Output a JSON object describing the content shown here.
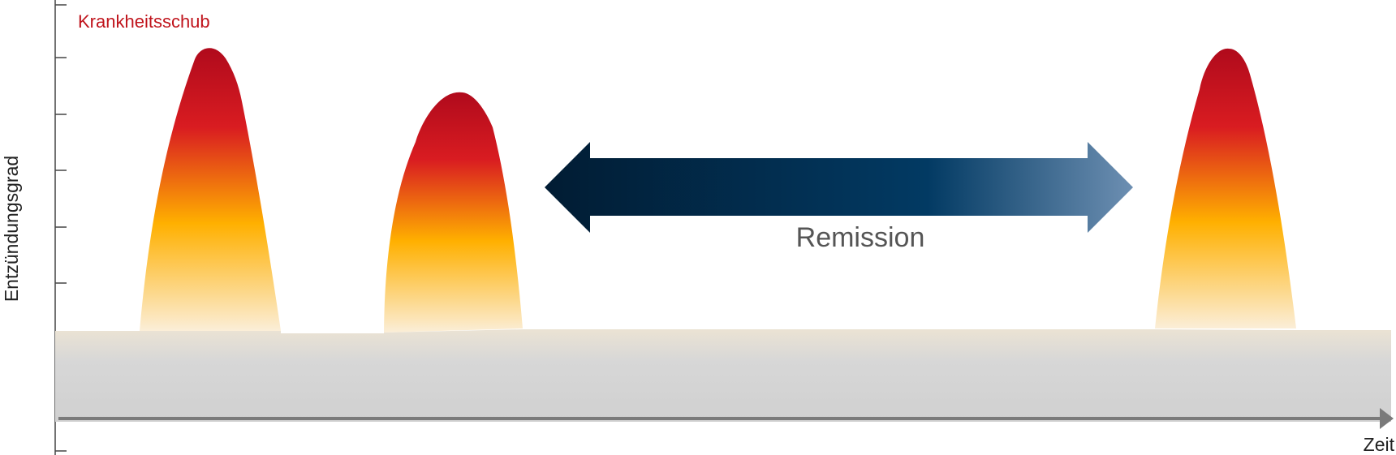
{
  "labels": {
    "flare": "Krankheitsschub",
    "y_axis": "Entzündungsgrad",
    "x_axis": "Zeit",
    "remission": "Remission"
  },
  "colors": {
    "flare_text": "#c0141c",
    "flare_top": "#b00a1c",
    "flare_mid": "#ffb000",
    "flare_base": "#fbeed8",
    "baseline_band_top": "#ebe3d4",
    "baseline_band_bottom": "#d0d0d0",
    "arrow_dark": "#011c33",
    "arrow_light": "#1e5c8e",
    "axis": "#7a7a7a"
  },
  "items": {
    "flares": 3,
    "remission_phases": 1
  }
}
